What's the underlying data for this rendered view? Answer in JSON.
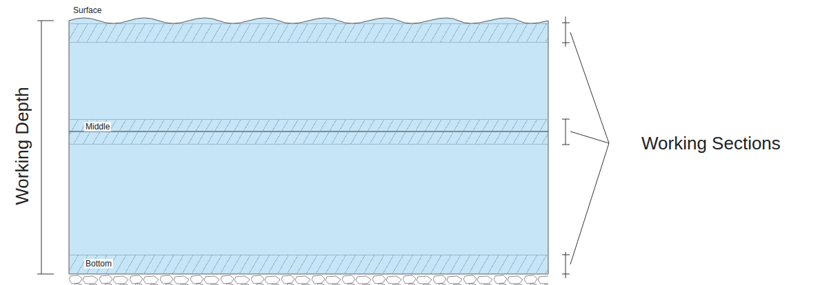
{
  "diagram": {
    "nodes": [
      {
        "text": [
          "Surface"
        ]
      },
      {
        "text": [
          "Middle"
        ]
      },
      {
        "text": [
          "Bottom"
        ]
      }
    ],
    "labels": [
      "Working Depth",
      "Working Sections"
    ]
  }
}
